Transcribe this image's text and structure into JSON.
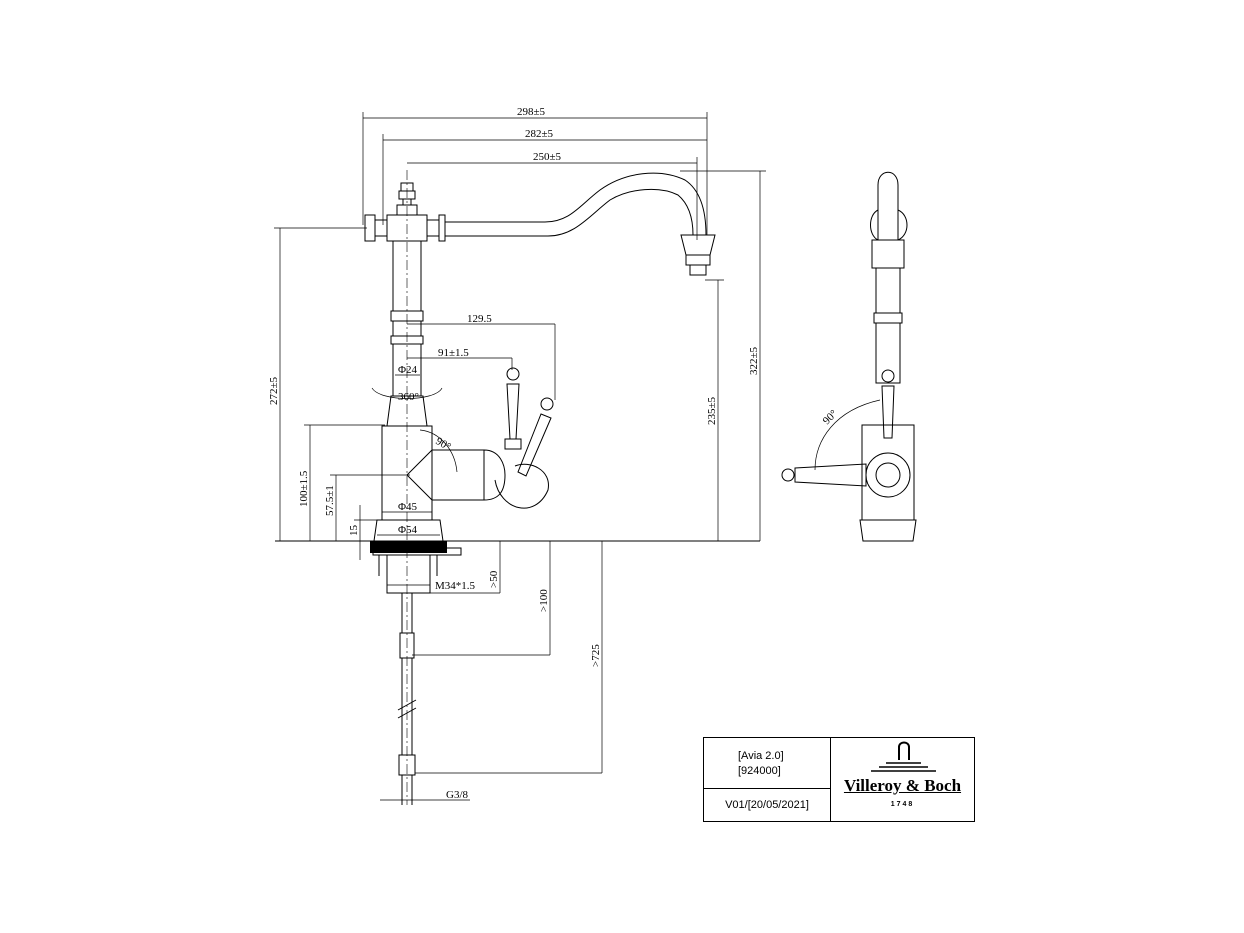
{
  "dimensions": {
    "width_overall": "298±5",
    "width_arm": "282±5",
    "spout_reach": "250±5",
    "total_height": "322±5",
    "spout_clearance": "235±5",
    "arm_height": "272±5",
    "body_height": "100±1.5",
    "handle_axis_height": "57.5±1",
    "base_height": "15",
    "handle_reach": "129.5",
    "handle_offset": "91±1.5",
    "column_diameter": "Φ24",
    "rotation": "360°",
    "handle_angle": "90°",
    "body_diameter": "Φ45",
    "base_diameter": "Φ54",
    "thread": "M34*1.5",
    "min_50": ">50",
    "min_100": ">100",
    "min_725": ">725",
    "connection": "G3/8",
    "side_angle": "90°"
  },
  "title_block": {
    "product": "[Avia 2.0]",
    "article": "[924000]",
    "version": "V01/[20/05/2021]",
    "brand": "Villeroy & Boch",
    "year": "1748"
  }
}
